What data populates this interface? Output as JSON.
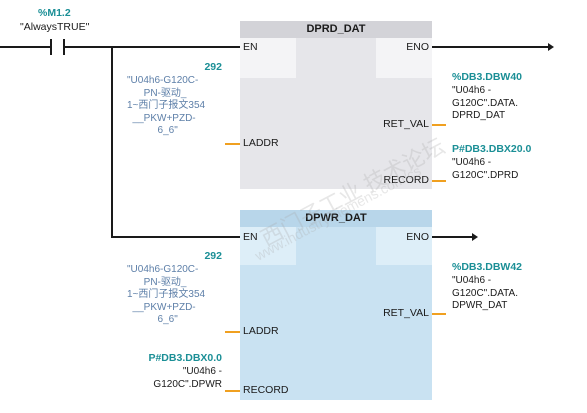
{
  "contact": {
    "address": "%M1.2",
    "name": "\"AlwaysTRUE\""
  },
  "dprd": {
    "title": "DPRD_DAT",
    "pins": {
      "en": "EN",
      "eno": "ENO",
      "laddr": "LADDR",
      "ret_val": "RET_VAL",
      "record": "RECORD"
    },
    "laddr_value": "292",
    "laddr_tag": "\"U04h6-G120C-\n      PN-驱动_\n1~西门子报文354\n  __PKW+PZD-\n           6_6\"",
    "ret_val_addr": "%DB3.DBW40",
    "ret_val_tag": "\"U04h6 -\nG120C\".DATA.\nDPRD_DAT",
    "record_addr": "P#DB3.DBX20.0",
    "record_tag": "\"U04h6 -\nG120C\".DPRD"
  },
  "dpwr": {
    "title": "DPWR_DAT",
    "pins": {
      "en": "EN",
      "eno": "ENO",
      "laddr": "LADDR",
      "ret_val": "RET_VAL",
      "record": "RECORD"
    },
    "laddr_value": "292",
    "laddr_tag": "\"U04h6-G120C-\n      PN-驱动_\n1~西门子报文354\n  __PKW+PZD-\n           6_6\"",
    "ret_val_addr": "%DB3.DBW42",
    "ret_val_tag": "\"U04h6 -\nG120C\".DATA.\nDPWR_DAT",
    "record_addr": "P#DB3.DBX0.0",
    "record_tag": "\"U04h6 -\nG120C\".DPWR"
  },
  "watermark": {
    "line1": "西门子工业 技术论坛",
    "line2": "www.industry.siemens.com/cs"
  },
  "colors": {
    "dprd_body": "#e6e6ea",
    "dpwr_body": "#c9e2f2",
    "pin_line": "#f0a020",
    "address_teal": "#1b8f96",
    "tag_blue": "#5d7fa8"
  }
}
